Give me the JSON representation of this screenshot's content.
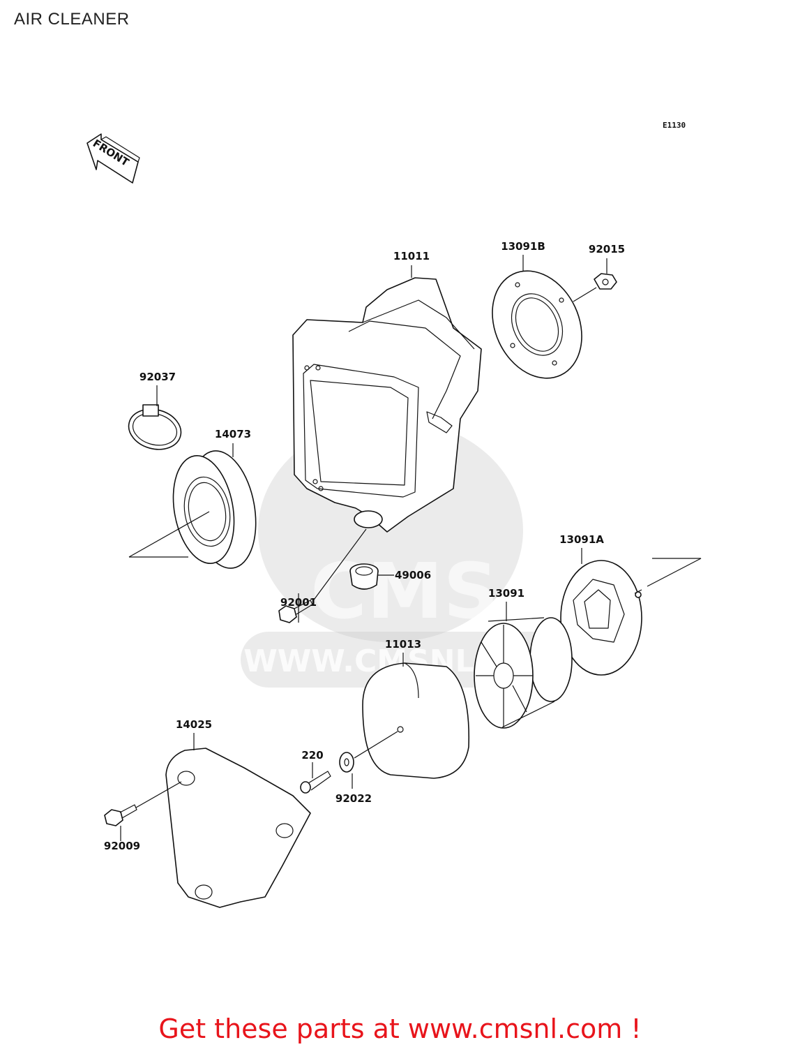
{
  "title": "AIR CLEANER",
  "diagram_code": "E1130",
  "front_arrow_label": "FRONT",
  "watermark": {
    "brand": "CMS",
    "url": "WWW.CMSNL.COM"
  },
  "parts": {
    "p11011": "11011",
    "p13091B": "13091B",
    "p92015": "92015",
    "p92037": "92037",
    "p14073": "14073",
    "p49006": "49006",
    "p92001": "92001",
    "p13091A": "13091A",
    "p13091": "13091",
    "p11013": "11013",
    "p14025": "14025",
    "p220": "220",
    "p92022": "92022",
    "p92009": "92009"
  },
  "footer_cta": "Get these parts at www.cmsnl.com !"
}
